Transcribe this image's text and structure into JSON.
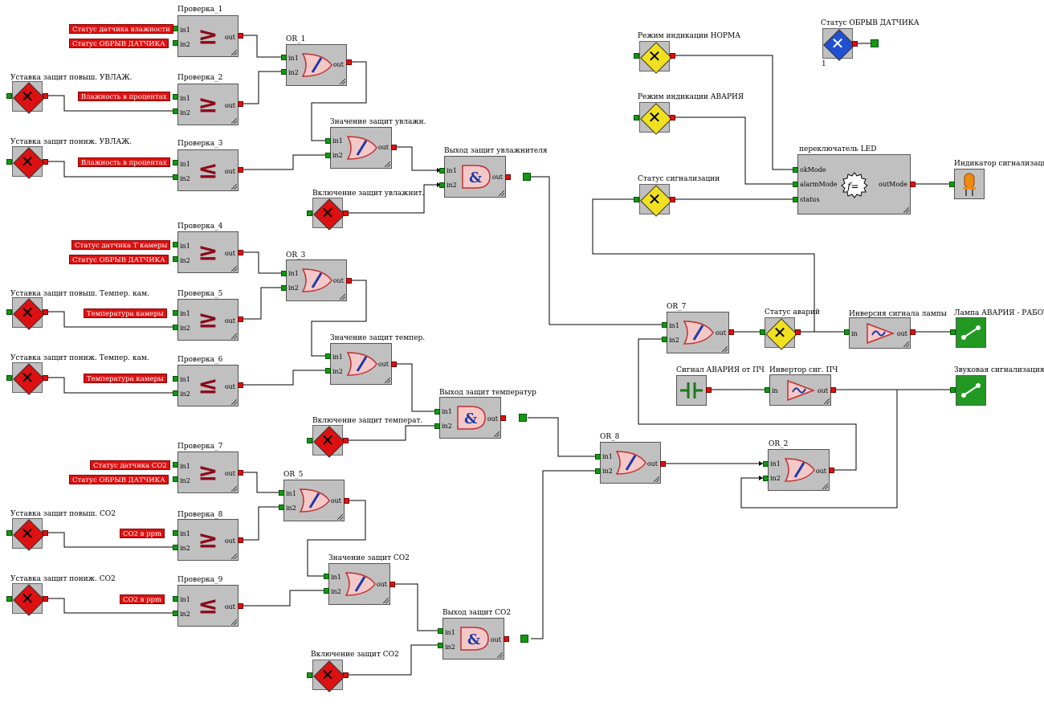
{
  "blocks": {
    "proverka_1": {
      "title": "Проверка_1",
      "in1": "in1",
      "in2": "in2",
      "out": "out",
      "symbol": "≥"
    },
    "proverka_2": {
      "title": "Проверка_2",
      "in1": "in1",
      "in2": "in2",
      "out": "out",
      "symbol": "≥"
    },
    "proverka_3": {
      "title": "Проверка_3",
      "in1": "in1",
      "in2": "in2",
      "out": "out",
      "symbol": "≤"
    },
    "proverka_4": {
      "title": "Проверка_4",
      "in1": "in1",
      "in2": "in2",
      "out": "out",
      "symbol": "≥"
    },
    "proverka_5": {
      "title": "Проверка_5",
      "in1": "in1",
      "in2": "in2",
      "out": "out",
      "symbol": "≥"
    },
    "proverka_6": {
      "title": "Проверка_6",
      "in1": "in1",
      "in2": "in2",
      "out": "out",
      "symbol": "≤"
    },
    "proverka_7": {
      "title": "Проверка_7",
      "in1": "in1",
      "in2": "in2",
      "out": "out",
      "symbol": "≥"
    },
    "proverka_8": {
      "title": "Проверка_8",
      "in1": "in1",
      "in2": "in2",
      "out": "out",
      "symbol": "≥"
    },
    "proverka_9": {
      "title": "Проверка_9",
      "in1": "in1",
      "in2": "in2",
      "out": "out",
      "symbol": "≤"
    },
    "or_1": {
      "title": "OR_1",
      "in1": "in1",
      "in2": "in2",
      "out": "out"
    },
    "or_3": {
      "title": "OR_3",
      "in1": "in1",
      "in2": "in2",
      "out": "out"
    },
    "or_5": {
      "title": "OR_5",
      "in1": "in1",
      "in2": "in2",
      "out": "out"
    },
    "or_7": {
      "title": "OR_7",
      "in1": "in1",
      "in2": "in2",
      "out": "out"
    },
    "or_8": {
      "title": "OR_8",
      "in1": "in1",
      "in2": "in2",
      "out": "out"
    },
    "or_2": {
      "title": "OR_2",
      "in1": "in1",
      "in2": "in2",
      "out": "out"
    },
    "znach_uvl": {
      "title": "Значение защит увлажн.",
      "in1": "in1",
      "in2": "in2",
      "out": "out"
    },
    "znach_temp": {
      "title": "Значение защит темпер.",
      "in1": "in1",
      "in2": "in2",
      "out": "out"
    },
    "znach_co2": {
      "title": "Значение защит CO2",
      "in1": "in1",
      "in2": "in2",
      "out": "out"
    },
    "vyhod_uvl": {
      "title": "Выход защит увлажнителя",
      "in1": "in1",
      "in2": "in2",
      "out": "out"
    },
    "vyhod_temp": {
      "title": "Выход защит температур",
      "in1": "in1",
      "in2": "in2",
      "out": "out"
    },
    "vyhod_co2": {
      "title": "Выход защит CO2",
      "in1": "in1",
      "in2": "in2",
      "out": "out"
    },
    "pereklyuchatel": {
      "title": "переключатель LED",
      "in1": "okMode",
      "in2": "alarmMode",
      "in3": "status",
      "out": "outMode",
      "symbol": "f="
    },
    "inversiya": {
      "title": "Инверсия сигнала лампы",
      "in": "in",
      "out": "out"
    },
    "invertor": {
      "title": "Инвертор сиг. ПЧ",
      "in": "in",
      "out": "out"
    }
  },
  "setpoints": {
    "sp_uvl_hi": "Уставка защит повыш. УВЛАЖ.",
    "sp_uvl_lo": "Уставка защит пониж. УВЛАЖ.",
    "sp_temp_hi": "Уставка защит повыш. Темпер. кам.",
    "sp_temp_lo": "Уставка защит пониж. Темпер. кам.",
    "sp_co2_hi": "Уставка защит повыш. CO2",
    "sp_co2_lo": "Уставка защит пониж. CO2",
    "en_uvl": "Включение защит увлажнит.",
    "en_temp": "Включение защит температ.",
    "en_co2": "Включение защит CO2"
  },
  "tags": {
    "t1": "Статус датчика влажности",
    "t2": "Статус ОБРЫВ ДАТЧИКА",
    "t3": "Влажность в процентах",
    "t4": "Влажность в процентах",
    "t5": "Статус датчика Т камеры",
    "t6": "Статус ОБРЫВ ДАТЧИКА",
    "t7": "Температура камеры",
    "t8": "Температура камеры",
    "t9": "Статус датчика CO2",
    "t10": "Статус ОБРЫВ ДАТЧИКА",
    "t11": "CO2 в ppm",
    "t12": "CO2 в ppm"
  },
  "right": {
    "mode_norma": "Режим индикации НОРМА",
    "mode_avariya": "Режим индикации АВАРИЯ",
    "status_signal": "Статус сигнализации",
    "status_obryv": "Статус ОБРЫВ ДАТЧИКА",
    "status_obryv_num": "1",
    "status_avariy": "Статус аварий",
    "indicator": "Индикатор сигнализации",
    "lamp": "Лампа АВАРИЯ - РАБОТА",
    "signal_pch": "Сигнал АВАРИЯ от ПЧ",
    "zvuk": "Звуковая сигнализация"
  },
  "colors": {
    "block_gray": "#c0c0c0",
    "pin_in": "#119911",
    "pin_out": "#dd1111",
    "tag_red": "#dd1111",
    "yellow_const": "#f0e020",
    "blue_const": "#2050d0",
    "relay_green": "#229922"
  }
}
